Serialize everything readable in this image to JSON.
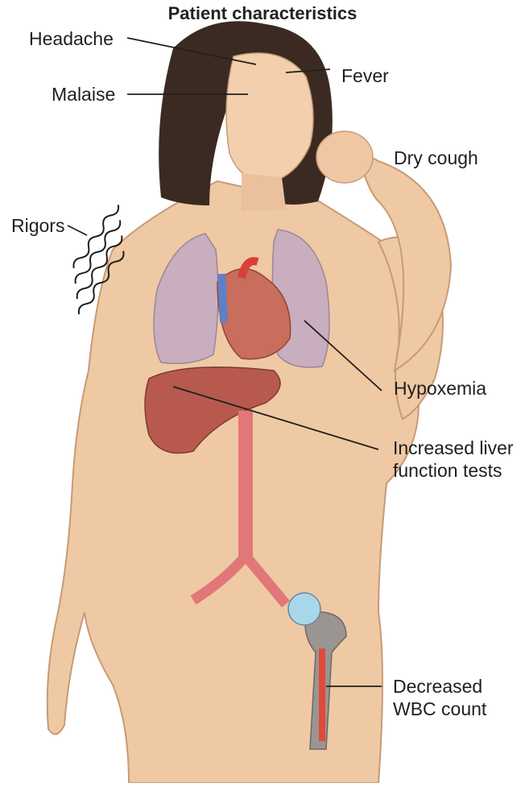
{
  "title": "Patient characteristics",
  "labels": {
    "headache": "Headache",
    "fever": "Fever",
    "malaise": "Malaise",
    "dry_cough": "Dry cough",
    "rigors": "Rigors",
    "hypoxemia": "Hypoxemia",
    "liver_line1": "Increased liver",
    "liver_line2": "function tests",
    "wbc_line1": "Decreased",
    "wbc_line2": "WBC count"
  },
  "colors": {
    "skin": "#efc9a4",
    "skin_shadow": "#d9a982",
    "hair": "#3b2a22",
    "lungs": "#c9aebf",
    "heart": "#c96d5c",
    "liver": "#b75a4d",
    "aorta": "#e2777a",
    "bone": "#9a9591",
    "bone_head": "#a9d6ea",
    "marrow": "#e04a3a"
  }
}
